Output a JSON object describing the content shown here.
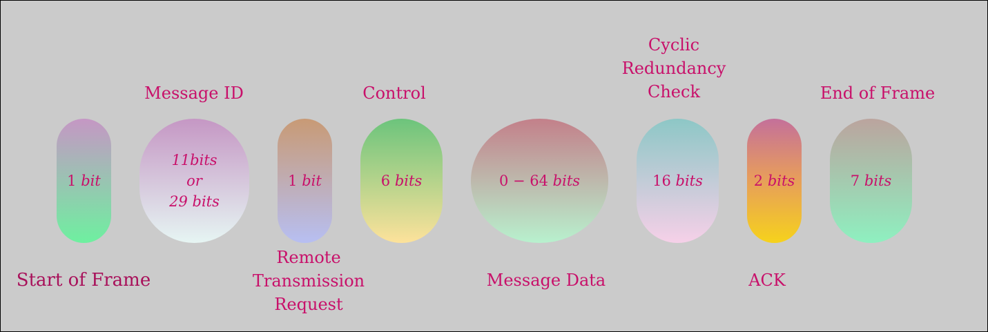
{
  "fields": {
    "sof": {
      "label": "Start of Frame",
      "value_num": "1",
      "value_unit": "bit"
    },
    "msgid": {
      "label": "Message ID",
      "line1": "11bits",
      "line2": "or",
      "line3": "29 bits"
    },
    "rtr": {
      "label_line1": "Remote",
      "label_line2": "Transmission",
      "label_line3": "Request",
      "value_num": "1",
      "value_unit": "bit"
    },
    "control": {
      "label": "Control",
      "value_num": "6",
      "value_unit": "bits"
    },
    "data": {
      "label": "Message Data",
      "value_num": "0 − 64",
      "value_unit": "bits"
    },
    "crc": {
      "label_line1": "Cyclic",
      "label_line2": "Redundancy",
      "label_line3": "Check",
      "value_num": "16",
      "value_unit": "bits"
    },
    "ack": {
      "label": "ACK",
      "value_num": "2",
      "value_unit": "bits"
    },
    "eof": {
      "label": "End of Frame",
      "value_num": "7",
      "value_unit": "bits"
    }
  },
  "colors": {
    "background": "#cbcbcb",
    "text": "#c8106a",
    "sof_gradient": [
      "#c597c4",
      "#6ef0a0"
    ],
    "msgid_gradient": [
      "#c597c4",
      "#e6f5f3"
    ],
    "rtr_gradient": [
      "#c89a75",
      "#b7bff2"
    ],
    "control_gradient": [
      "#6cc47c",
      "#fde29b"
    ],
    "data_gradient": [
      "#c3808a",
      "#b8f1ce"
    ],
    "crc_gradient": [
      "#8dc7c6",
      "#f6d0e8"
    ],
    "ack_gradient": [
      "#c4709a",
      "#f6d21c"
    ],
    "eof_gradient": [
      "#bba49e",
      "#8ef0c0"
    ]
  }
}
